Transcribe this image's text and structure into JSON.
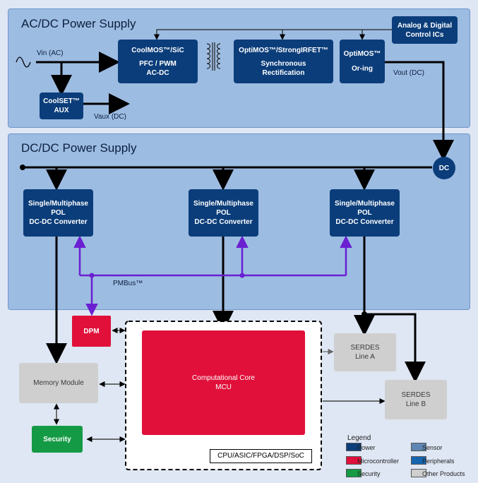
{
  "acdc": {
    "title": "AC/DC Power Supply",
    "coolmos_l1": "CoolMOS™/SiC",
    "coolmos_l2": "PFC / PWM",
    "coolmos_l3": "AC-DC",
    "optimos_sr_l1": "OptiMOS™/StrongIRFET™",
    "optimos_sr_l2": "Synchronous",
    "optimos_sr_l3": "Rectification",
    "optimos_or_l1": "OptiMOS™",
    "optimos_or_l2": "Or-ing",
    "analog_l1": "Analog & Digital",
    "analog_l2": "Control ICs",
    "coolset_l1": "CoolSET™",
    "coolset_l2": "AUX",
    "vin": "Vin (AC)",
    "vout": "Vout (DC)",
    "vaux": "Vaux (DC)"
  },
  "dcdc": {
    "title": "DC/DC Power Supply",
    "dc_label": "DC",
    "pol_l1": "Single/Multiphase",
    "pol_l2": "POL",
    "pol_l3": "DC-DC Converter",
    "pmbus": "PMBus™"
  },
  "system": {
    "dpm": "DPM",
    "memory": "Memory Module",
    "security": "Security",
    "core_l1": "Computational Core",
    "core_l2": "MCU",
    "cpu_label": "CPU/ASIC/FPGA/DSP/SoC",
    "serdes_a_l1": "SERDES",
    "serdes_a_l2": "Line A",
    "serdes_b_l1": "SERDES",
    "serdes_b_l2": "Line B"
  },
  "legend": {
    "title": "Legend",
    "items": [
      {
        "label": "Power",
        "color": "#0b3d7a"
      },
      {
        "label": "Microcontroller",
        "color": "#e0103a"
      },
      {
        "label": "Security",
        "color": "#149a45"
      },
      {
        "label": "Sensor",
        "color": "#5f86b3"
      },
      {
        "label": "Peripherals",
        "color": "#1565b0"
      },
      {
        "label": "Other Products",
        "color": "#cfcfcf"
      }
    ]
  },
  "colors": {
    "power": "#0b3d7a",
    "pmbus": "#6a1fd1",
    "microcontroller": "#e0103a",
    "security": "#149a45",
    "other": "#cfcfcf"
  }
}
